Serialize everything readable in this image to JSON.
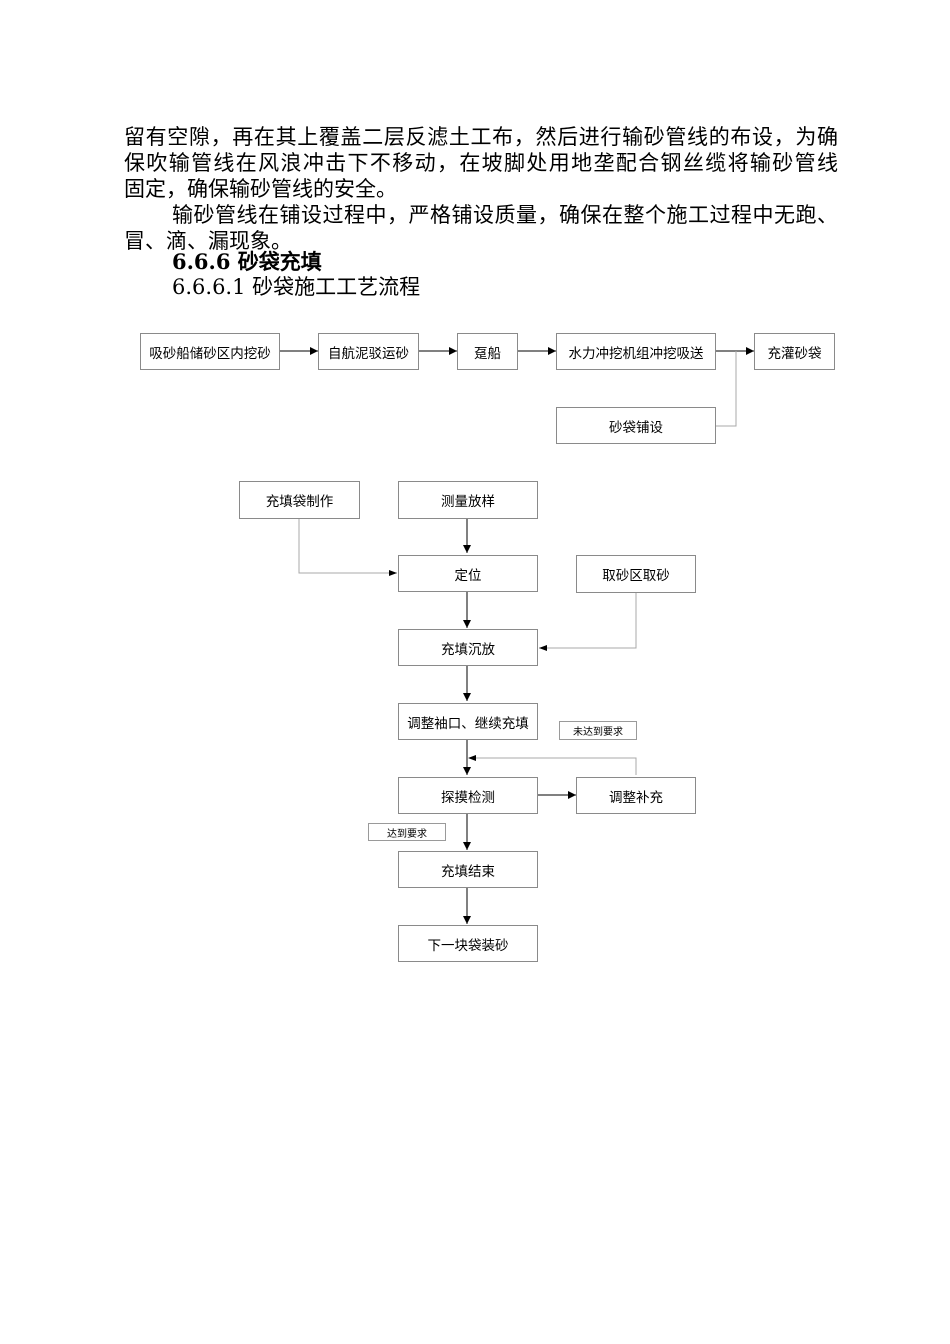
{
  "text": {
    "para1": [
      "留有空隙，再在其上覆盖二层反滤土工布，然后进行输砂管线的布设，为确",
      "保吹输管线在风浪冲击下不移动，在坡脚处用地垄配合钢丝缆将输砂管线",
      "固定，确保输砂管线的安全。"
    ],
    "para2": [
      "输砂管线在铺设过程中，严格铺设质量，确保在整个施工过程中无跑、",
      "冒、滴、漏现象。"
    ],
    "heading": "6.6.6 砂袋充填",
    "subheading": "6.6.6.1 砂袋施工工艺流程"
  },
  "flow1": {
    "box1": "吸砂船储砂区内挖砂",
    "box2": "自航泥驳运砂",
    "box3": "趸船",
    "box4": "水力冲挖机组冲挖吸送",
    "box5": "充灌砂袋",
    "box6": "砂袋铺设"
  },
  "flow2": {
    "make_bag": "充填袋制作",
    "survey": "测量放样",
    "position": "定位",
    "take_sand": "取砂区取砂",
    "fill_sink": "充填沉放",
    "adjust_fill": "调整袖口、继续充填",
    "probe": "探摸检测",
    "supplement": "调整补充",
    "fill_end": "充填结束",
    "next_bag": "下一块袋装砂",
    "not_met": "未达到要求",
    "met": "达到要求"
  }
}
